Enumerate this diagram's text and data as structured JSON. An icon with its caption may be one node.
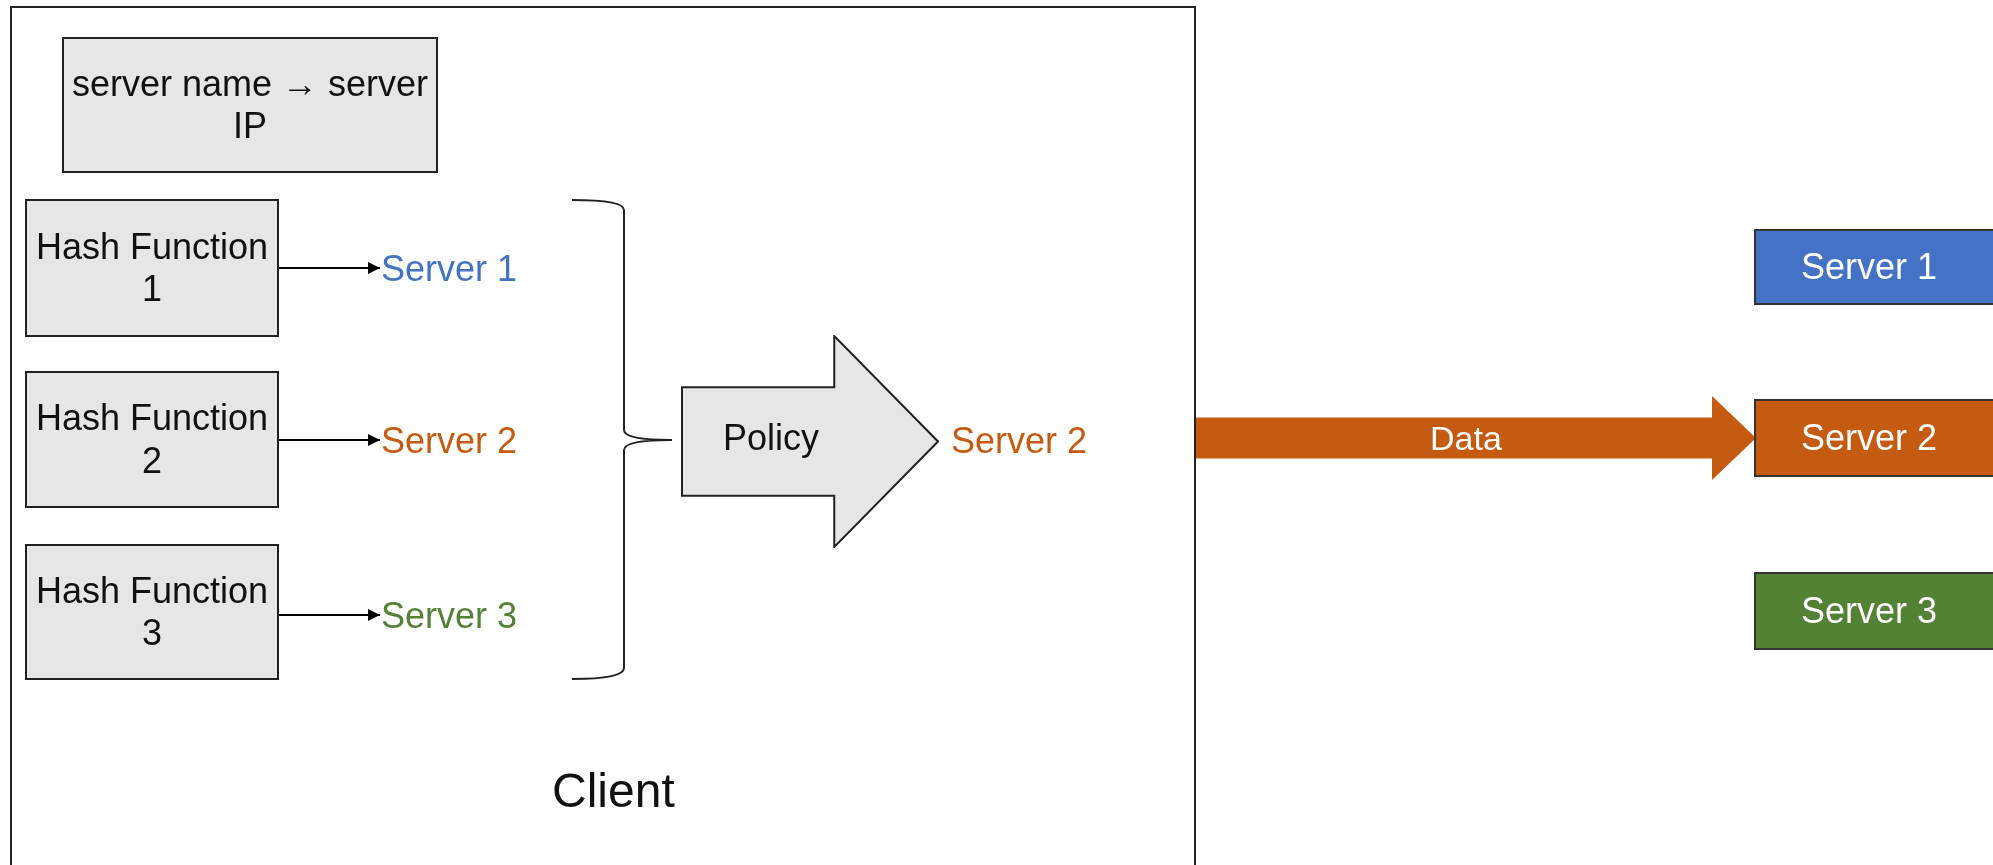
{
  "diagram": {
    "nodes": [
      {
        "text": [
          "Client"
        ]
      },
      {
        "text": [
          "server name → server IP"
        ],
        "in": 0
      },
      {
        "text": [
          "Hash Function 1"
        ],
        "in": 0
      },
      {
        "text": [
          "Server 1"
        ],
        "in": 0
      },
      {
        "text": [
          "Hash Function 2"
        ],
        "in": 0
      },
      {
        "text": [
          "Server 2"
        ],
        "in": 0
      },
      {
        "text": [
          "Hash Function 3"
        ],
        "in": 0
      },
      {
        "text": [
          "Server 3"
        ],
        "in": 0
      },
      {
        "text": [
          "Policy"
        ],
        "in": 0
      },
      {
        "text": [
          "Server 2"
        ],
        "in": 0
      },
      {
        "text": [
          "Server 1"
        ]
      },
      {
        "text": [
          "Server 2"
        ]
      },
      {
        "text": [
          "Server 3"
        ]
      }
    ],
    "edges": [
      {
        "from": 2,
        "to": 3,
        "arrow": "to"
      },
      {
        "from": 4,
        "to": 5,
        "arrow": "to"
      },
      {
        "from": 6,
        "to": 7,
        "arrow": "to"
      },
      {
        "from": 0,
        "to": 11,
        "arrow": "to",
        "label": "Data",
        "style": "thick",
        "color": "#c55a11"
      }
    ]
  }
}
